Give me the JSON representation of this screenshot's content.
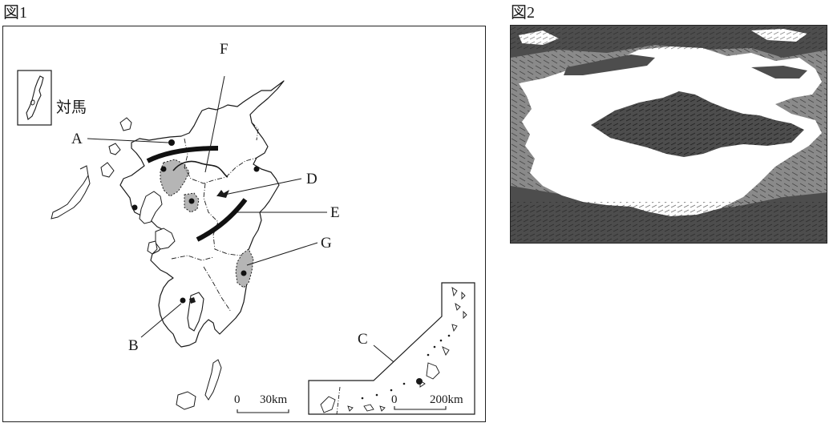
{
  "figure1": {
    "title": "図1",
    "tsushima_label": "対馬",
    "labels": {
      "A": "A",
      "B": "B",
      "C": "C",
      "D": "D",
      "E": "E",
      "F": "F",
      "G": "G"
    },
    "scale_main": {
      "zero": "0",
      "distance": "30km"
    },
    "scale_inset": {
      "zero": "0",
      "distance": "200km"
    }
  },
  "figure2": {
    "title": "図2"
  },
  "colors": {
    "line": "#1a1a1a",
    "shaded_area": "#b5b5b5",
    "photo_dark": "#4d4d4d",
    "photo_mid": "#8a8a8a",
    "photo_light": "#ffffff"
  }
}
